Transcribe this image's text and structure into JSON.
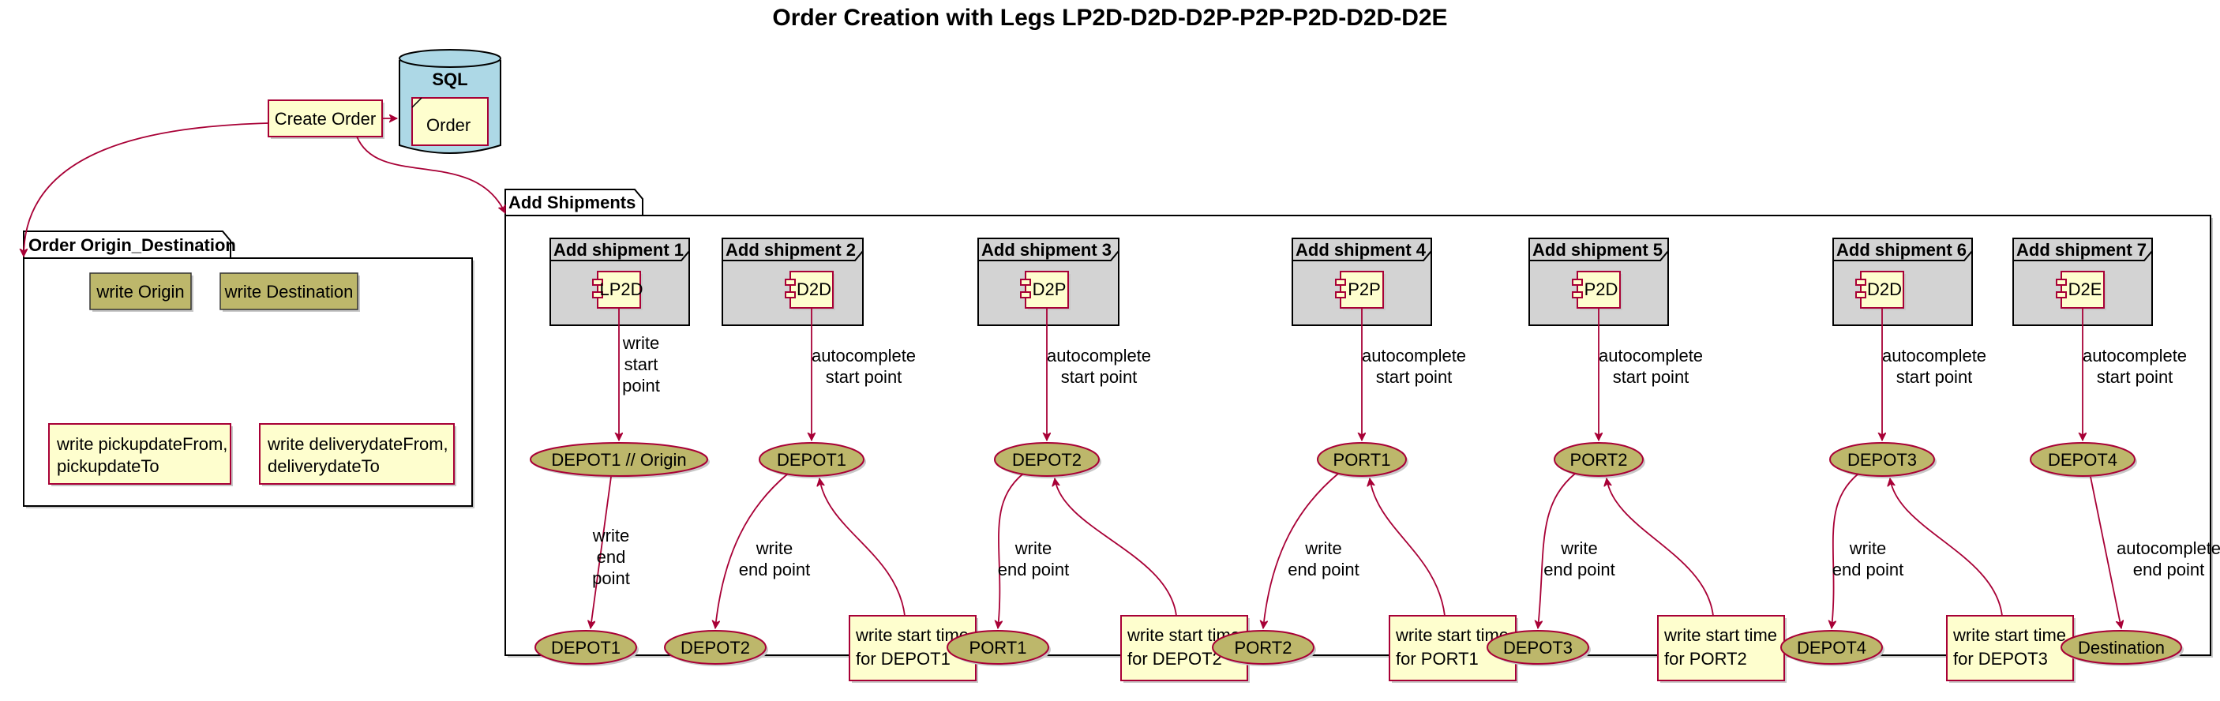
{
  "title": "Order Creation with Legs LP2D-D2D-D2P-P2P-P2D-D2D-D2E",
  "colors": {
    "edge": "#a80036",
    "box_fill": "#fefece",
    "ellipse_fill": "#bdb76b",
    "frame_fill": "#d3d3d3",
    "database_fill": "#add8e6"
  },
  "create_order": {
    "label": "Create Order"
  },
  "database": {
    "label": "SQL",
    "table": "Order"
  },
  "origin_destination": {
    "title": "Order Origin_Destination",
    "write_origin": "write Origin",
    "write_destination": "write Destination",
    "pickup_line1": "write pickupdateFrom,",
    "pickup_line2": "pickupdateTo",
    "delivery_line1": "write deliverydateFrom,",
    "delivery_line2": "deliverydateTo"
  },
  "add_shipments": {
    "title": "Add Shipments",
    "shipments": [
      {
        "frame": "Add shipment 1",
        "leg": "LP2D",
        "start_label": [
          "write",
          "start",
          "point"
        ],
        "start_node": "DEPOT1 // Origin",
        "end_label": [
          "write",
          "end",
          "point"
        ],
        "end_node": "DEPOT1",
        "note": null
      },
      {
        "frame": "Add shipment 2",
        "leg": "D2D",
        "start_label": [
          "autocomplete",
          "start point"
        ],
        "start_node": "DEPOT1",
        "end_label": [
          "write",
          "end point"
        ],
        "end_node": "DEPOT2",
        "note": [
          "write start time",
          "for DEPOT1"
        ]
      },
      {
        "frame": "Add shipment 3",
        "leg": "D2P",
        "start_label": [
          "autocomplete",
          "start point"
        ],
        "start_node": "DEPOT2",
        "end_label": [
          "write",
          "end point"
        ],
        "end_node": "PORT1",
        "note": [
          "write start time",
          "for DEPOT2"
        ]
      },
      {
        "frame": "Add shipment 4",
        "leg": "P2P",
        "start_label": [
          "autocomplete",
          "start point"
        ],
        "start_node": "PORT1",
        "end_label": [
          "write",
          "end point"
        ],
        "end_node": "PORT2",
        "note": [
          "write start time",
          "for PORT1"
        ]
      },
      {
        "frame": "Add shipment 5",
        "leg": "P2D",
        "start_label": [
          "autocomplete",
          "start point"
        ],
        "start_node": "PORT2",
        "end_label": [
          "write",
          "end point"
        ],
        "end_node": "DEPOT3",
        "note": [
          "write start time",
          "for PORT2"
        ]
      },
      {
        "frame": "Add shipment 6",
        "leg": "D2D",
        "start_label": [
          "autocomplete",
          "start point"
        ],
        "start_node": "DEPOT3",
        "end_label": [
          "write",
          "end point"
        ],
        "end_node": "DEPOT4",
        "note": [
          "write start time",
          "for DEPOT3"
        ]
      },
      {
        "frame": "Add shipment 7",
        "leg": "D2E",
        "start_label": [
          "autocomplete",
          "start point"
        ],
        "start_node": "DEPOT4",
        "end_label": [
          "autocomplete",
          "end point"
        ],
        "end_node": "Destination",
        "note": null
      }
    ]
  }
}
